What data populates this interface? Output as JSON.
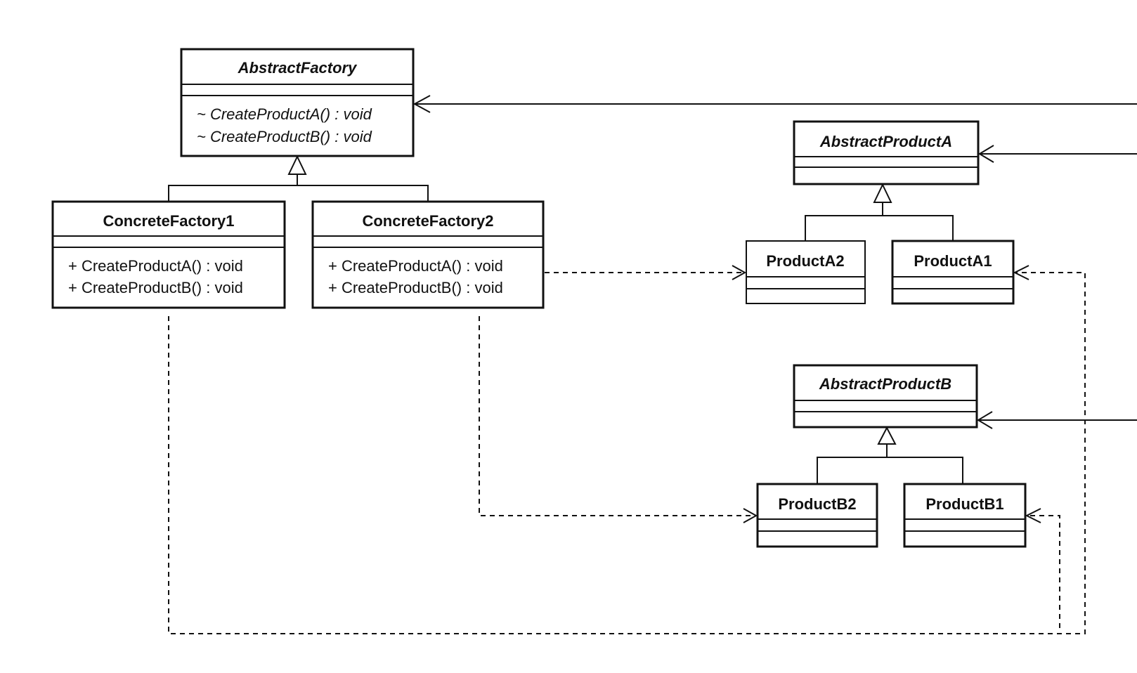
{
  "diagram": {
    "classes": {
      "abstract_factory": {
        "name": "AbstractFactory",
        "operations": [
          "~ CreateProductA() : void",
          "~ CreateProductB() : void"
        ]
      },
      "concrete_factory1": {
        "name": "ConcreteFactory1",
        "operations": [
          "+ CreateProductA() : void",
          "+ CreateProductB() : void"
        ]
      },
      "concrete_factory2": {
        "name": "ConcreteFactory2",
        "operations": [
          "+ CreateProductA() : void",
          "+ CreateProductB() : void"
        ]
      },
      "abstract_product_a": {
        "name": "AbstractProductA"
      },
      "product_a2": {
        "name": "ProductA2"
      },
      "product_a1": {
        "name": "ProductA1"
      },
      "abstract_product_b": {
        "name": "AbstractProductB"
      },
      "product_b2": {
        "name": "ProductB2"
      },
      "product_b1": {
        "name": "ProductB1"
      }
    },
    "colors": {
      "stroke": "#111111",
      "background": "#ffffff"
    }
  }
}
